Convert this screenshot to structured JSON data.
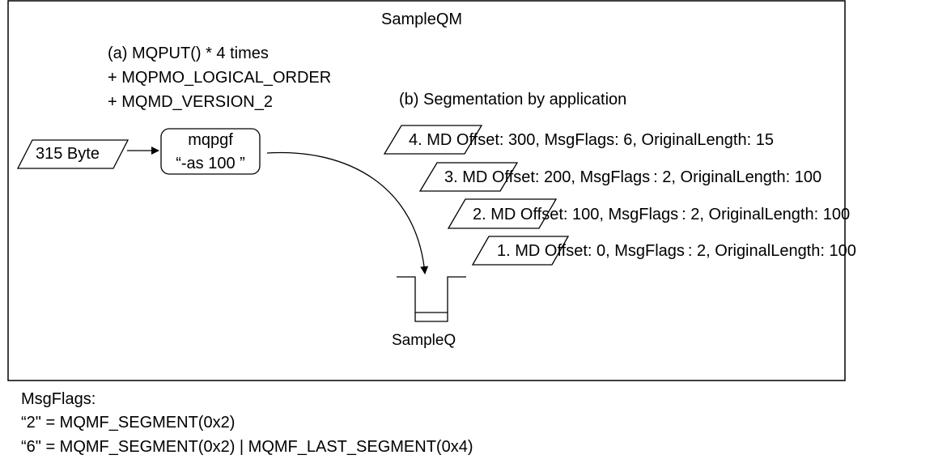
{
  "queue_manager": {
    "title": "SampleQM"
  },
  "put_call": {
    "line1": "(a) MQPUT() * 4 times",
    "line2": "+ MQPMO_LOGICAL_ORDER",
    "line3": "+ MQMD_VERSION_2"
  },
  "input_message": {
    "label": "315 Byte"
  },
  "program": {
    "name": "mqpgf",
    "args": "“-as 100 ”"
  },
  "segmentation": {
    "title": "(b) Segmentation by application",
    "segments": [
      "4. MD Offset: 300, MsgFlags: 6, OriginalLength: 15",
      "3. MD Offset: 200, MsgFlags :  2, OriginalLength: 100",
      "2. MD Offset: 100, MsgFlags :  2, OriginalLength: 100",
      "1. MD Offset: 0, MsgFlags :  2, OriginalLength: 100"
    ]
  },
  "queue": {
    "label": "SampleQ"
  },
  "legend": {
    "title": "MsgFlags:",
    "line1": "“2\" = MQMF_SEGMENT(0x2)",
    "line2": "“6\" = MQMF_SEGMENT(0x2) | MQMF_LAST_SEGMENT(0x4)"
  },
  "colors": {
    "stroke": "#000000",
    "background": "#ffffff"
  }
}
